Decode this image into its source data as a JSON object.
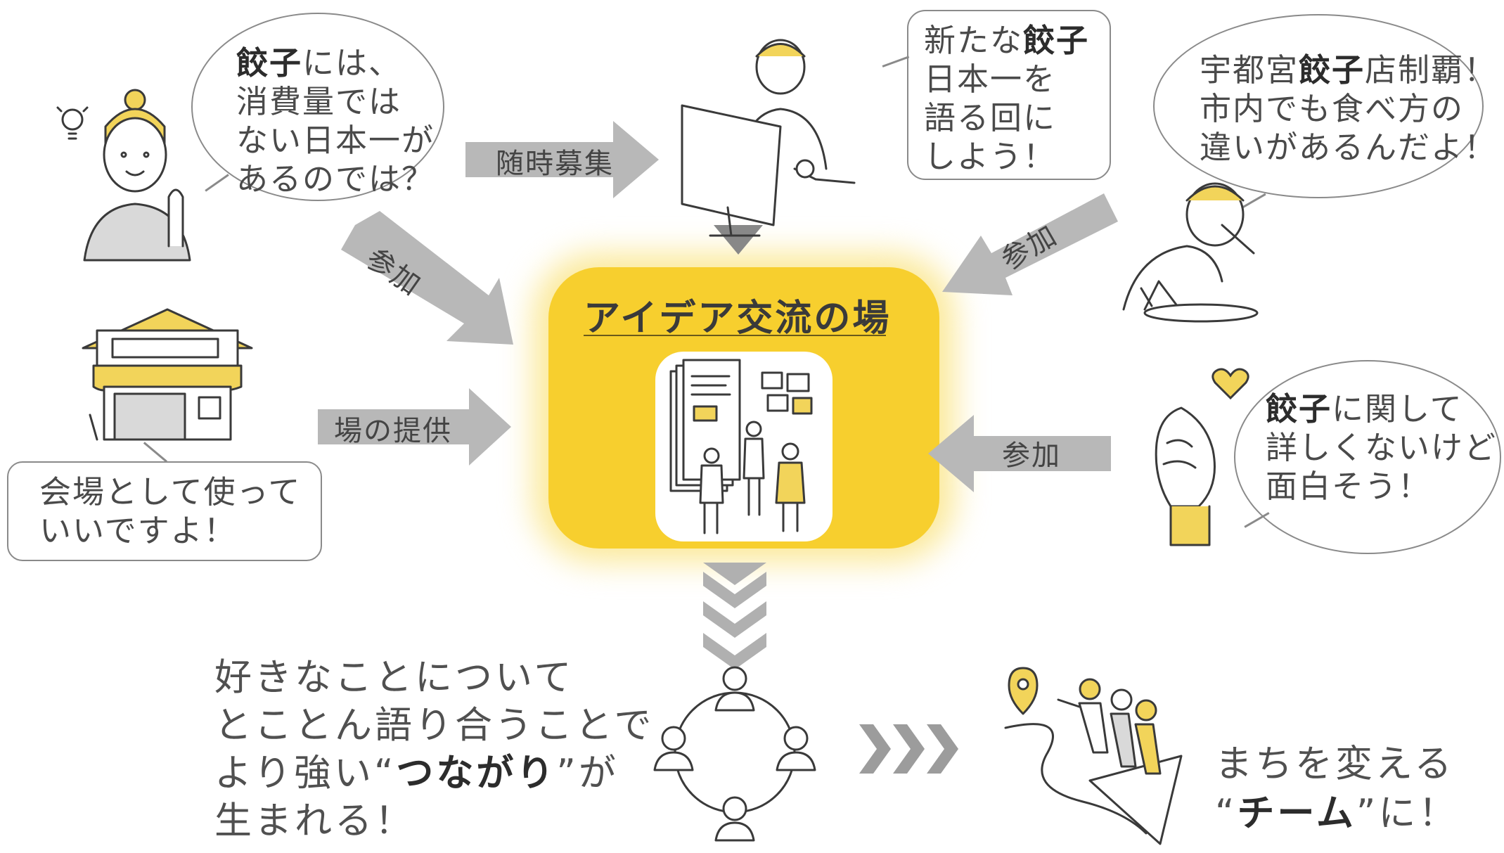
{
  "colors": {
    "accent_yellow": "#f7cf2e",
    "glow_yellow": "#fbe99a",
    "arrow_gray": "#b8b8b8",
    "text_dark": "#444444",
    "bubble_stroke": "#8a8a8a"
  },
  "icons": [
    "lightbulb-icon",
    "woman-figure",
    "man-at-computer-figure",
    "man-eating-figure",
    "shop-icon",
    "finger-heart-hand-icon",
    "meeting-illustration",
    "people-circle-icon",
    "team-map-illustration",
    "map-pin-icon",
    "heart-icon"
  ],
  "bubbles": {
    "woman": {
      "bold": "餃子",
      "line1_rest": "には、",
      "line2": "消費量では",
      "line3": "ない日本一が",
      "line4": "あるのでは？"
    },
    "computer_man": {
      "line1_pre": "新たな",
      "bold": "餃子",
      "line2": "日本一を",
      "line3": "語る回に",
      "line4": "しよう！"
    },
    "eating_man": {
      "line1_pre": "宇都宮",
      "bold": "餃子",
      "line1_post": "店制覇！",
      "line2": "市内でも食べ方の",
      "line3": "違いがあるんだよ！"
    },
    "shop": {
      "line1": "会場として使って",
      "line2": "いいですよ！"
    },
    "hand": {
      "bold": "餃子",
      "line1_rest": "に関して",
      "line2": "詳しくないけど",
      "line3": "面白そう！"
    }
  },
  "arrows": {
    "recruit": "随時募集",
    "join_left": "参加",
    "join_right_top": "参加",
    "join_right_mid": "参加",
    "venue": "場の提供"
  },
  "center": {
    "title": "アイデア交流の場"
  },
  "bottom": {
    "left_line1": "好きなことについて",
    "left_line2": "とことん語り合うことで",
    "left_line3_pre": "より強い“",
    "left_line3_bold": "つながり",
    "left_line3_post": "”が",
    "left_line4": "生まれる！",
    "right_line1": "まちを変える",
    "right_line2_pre": "“",
    "right_line2_bold": "チーム",
    "right_line2_post": "”に！"
  }
}
